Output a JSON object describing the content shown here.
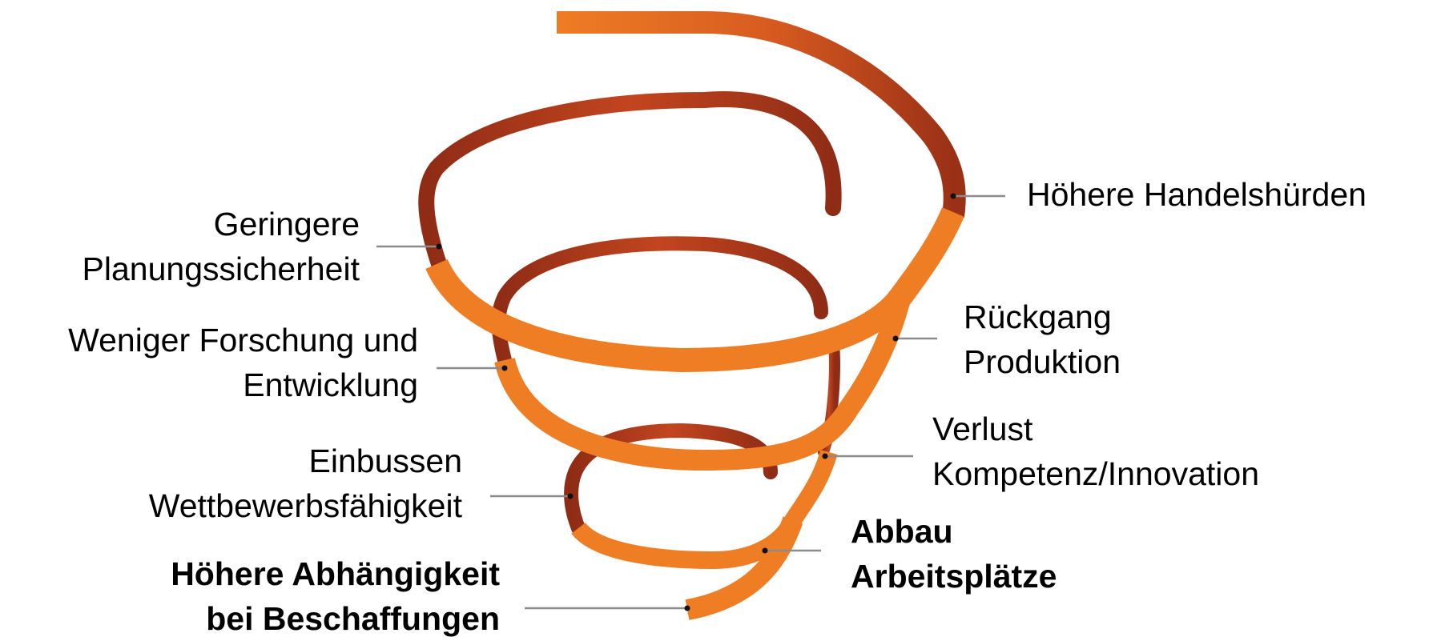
{
  "diagram": {
    "colors": {
      "ribbon_front": "#ee7d24",
      "ribbon_front_light": "#f49a3a",
      "ribbon_back": "#b23a1f",
      "ribbon_back_dark": "#8f2c15",
      "leader_line": "#8c8c8c",
      "dot": "#111111",
      "text": "#000000"
    },
    "labels": {
      "handelshuerden": {
        "lines": [
          "Höhere Handelshürden"
        ]
      },
      "planungssicherheit": {
        "lines": [
          "Geringere",
          "Planungssicherheit"
        ]
      },
      "rueckgang": {
        "lines": [
          "Rückgang",
          "Produktion"
        ]
      },
      "forschung": {
        "lines": [
          "Weniger Forschung und",
          "Entwicklung"
        ]
      },
      "verlust": {
        "lines": [
          "Verlust",
          "Kompetenz/Innovation"
        ]
      },
      "einbussen": {
        "lines": [
          "Einbussen",
          "Wettbewerbsfähigkeit"
        ]
      },
      "abbau": {
        "lines": [
          "Abbau",
          "Arbeitsplätze"
        ]
      },
      "abhaengigkeit": {
        "lines": [
          "Höhere Abhängigkeit",
          "bei Beschaffungen"
        ]
      }
    }
  }
}
